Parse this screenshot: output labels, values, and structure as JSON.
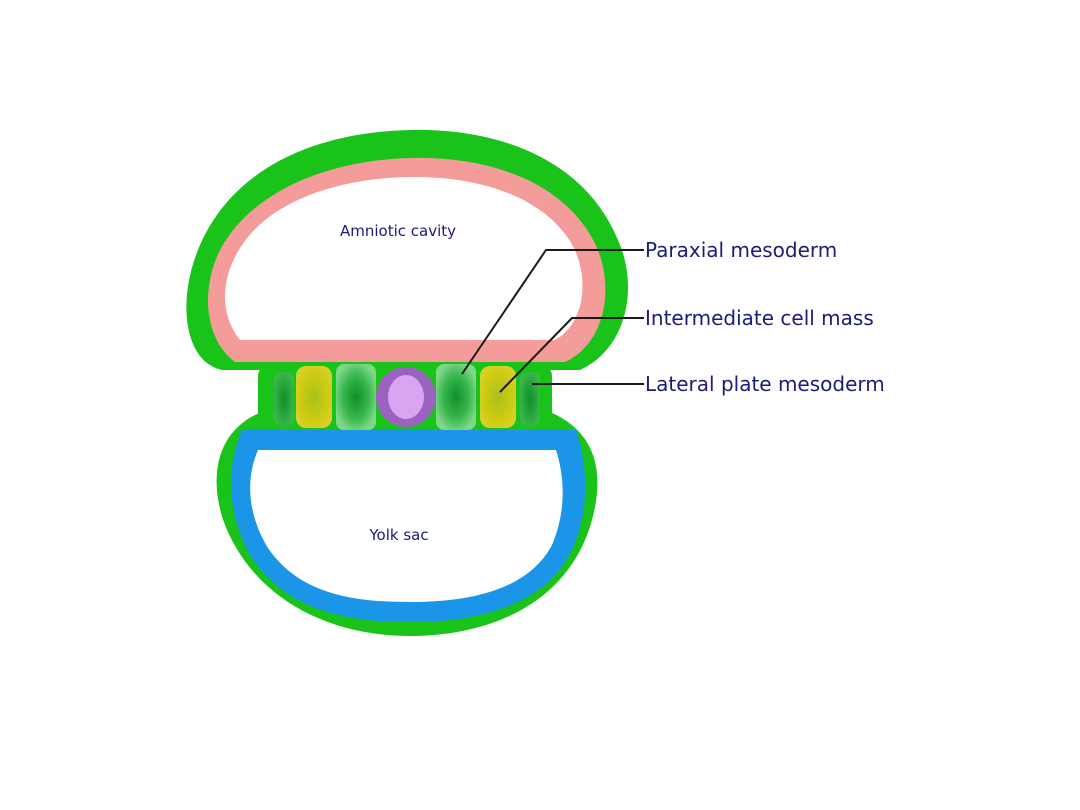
{
  "diagram": {
    "regions": {
      "amniotic_cavity": "Amniotic cavity",
      "yolk_sac": "Yolk sac"
    },
    "callouts": [
      {
        "id": "paraxial",
        "label": "Paraxial mesoderm"
      },
      {
        "id": "intermediate",
        "label": "Intermediate cell mass"
      },
      {
        "id": "lateral",
        "label": "Lateral plate mesoderm"
      }
    ],
    "colors": {
      "outer_ectoderm": "#19c319",
      "amnion_lining": "#f49c9a",
      "yolk_sac_endoderm": "#1a95e8",
      "paraxial_mesoderm": "#1fa83a",
      "intermediate_cell_mass": "#c9c812",
      "notochord_ring": "#9b62c0",
      "notochord_core": "#dba4f2",
      "label_text": "#1b1b7a"
    }
  }
}
